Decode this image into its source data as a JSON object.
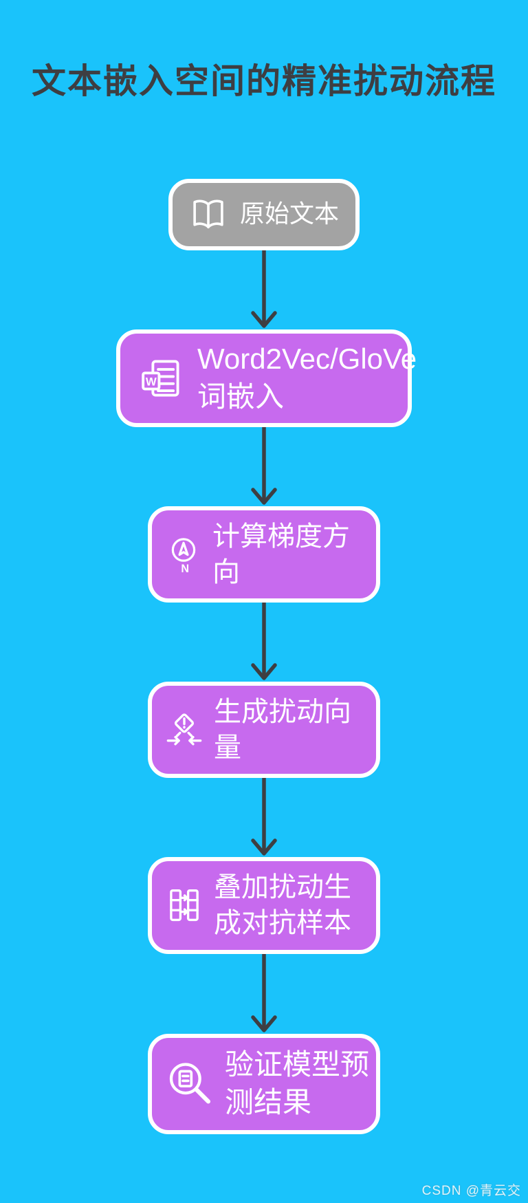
{
  "title": "文本嵌入空间的精准扰动流程",
  "watermark": "CSDN @青云交",
  "colors": {
    "background": "#1AC3FB",
    "box_purple": "#C76AEE",
    "box_gray": "#A3A3A3",
    "box_border": "#FFFFFF",
    "box_text": "#FFFFFF",
    "title_text": "#3E3E42",
    "arrow": "#3E3E42"
  },
  "flow": {
    "steps": [
      {
        "name": "original-text",
        "icon": "open-book-icon",
        "label": "原始文本",
        "lines": [
          "原始文本"
        ]
      },
      {
        "name": "word-embedding",
        "icon": "word-document-icon",
        "label": "Word2Vec/GloVe词嵌入",
        "lines": [
          "Word2Vec/GloVe",
          "词嵌入"
        ]
      },
      {
        "name": "gradient-direction",
        "icon": "compass-icon",
        "label": "计算梯度方向",
        "lines": [
          "计算梯度方",
          "向"
        ]
      },
      {
        "name": "perturbation-vector",
        "icon": "perturbation-warning-icon",
        "label": "生成扰动向量",
        "lines": [
          "生成扰动向",
          "量"
        ]
      },
      {
        "name": "adversarial-sample",
        "icon": "columns-transform-icon",
        "label": "叠加扰动生成对抗样本",
        "lines": [
          "叠加扰动生",
          "成对抗样本"
        ]
      },
      {
        "name": "verify-prediction",
        "icon": "magnifier-check-icon",
        "label": "验证模型预测结果",
        "lines": [
          "验证模型预",
          "测结果"
        ]
      }
    ]
  }
}
